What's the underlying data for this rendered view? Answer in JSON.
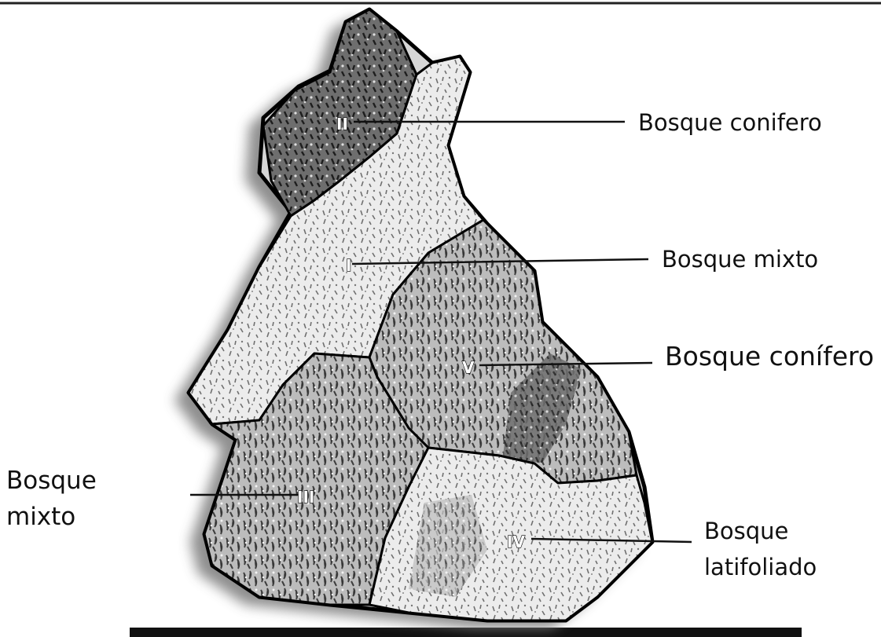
{
  "zones": [
    {
      "id": "II",
      "roman": "II",
      "label_lines": [
        "Bosque conifero"
      ]
    },
    {
      "id": "I",
      "roman": "I",
      "label_lines": [
        "Bosque mixto"
      ]
    },
    {
      "id": "V",
      "roman": "V",
      "label_lines": [
        "Bosque conífero"
      ]
    },
    {
      "id": "III",
      "roman": "III",
      "label_lines": [
        "Bosque",
        "mixto"
      ]
    },
    {
      "id": "IV",
      "roman": "IV",
      "label_lines": [
        "Bosque",
        "latifoliado"
      ]
    }
  ],
  "colors": {
    "ink": "#111111",
    "map_light": "#e6e6e6",
    "map_mid": "#9a9a9a",
    "map_dark": "#3c3c3c"
  }
}
